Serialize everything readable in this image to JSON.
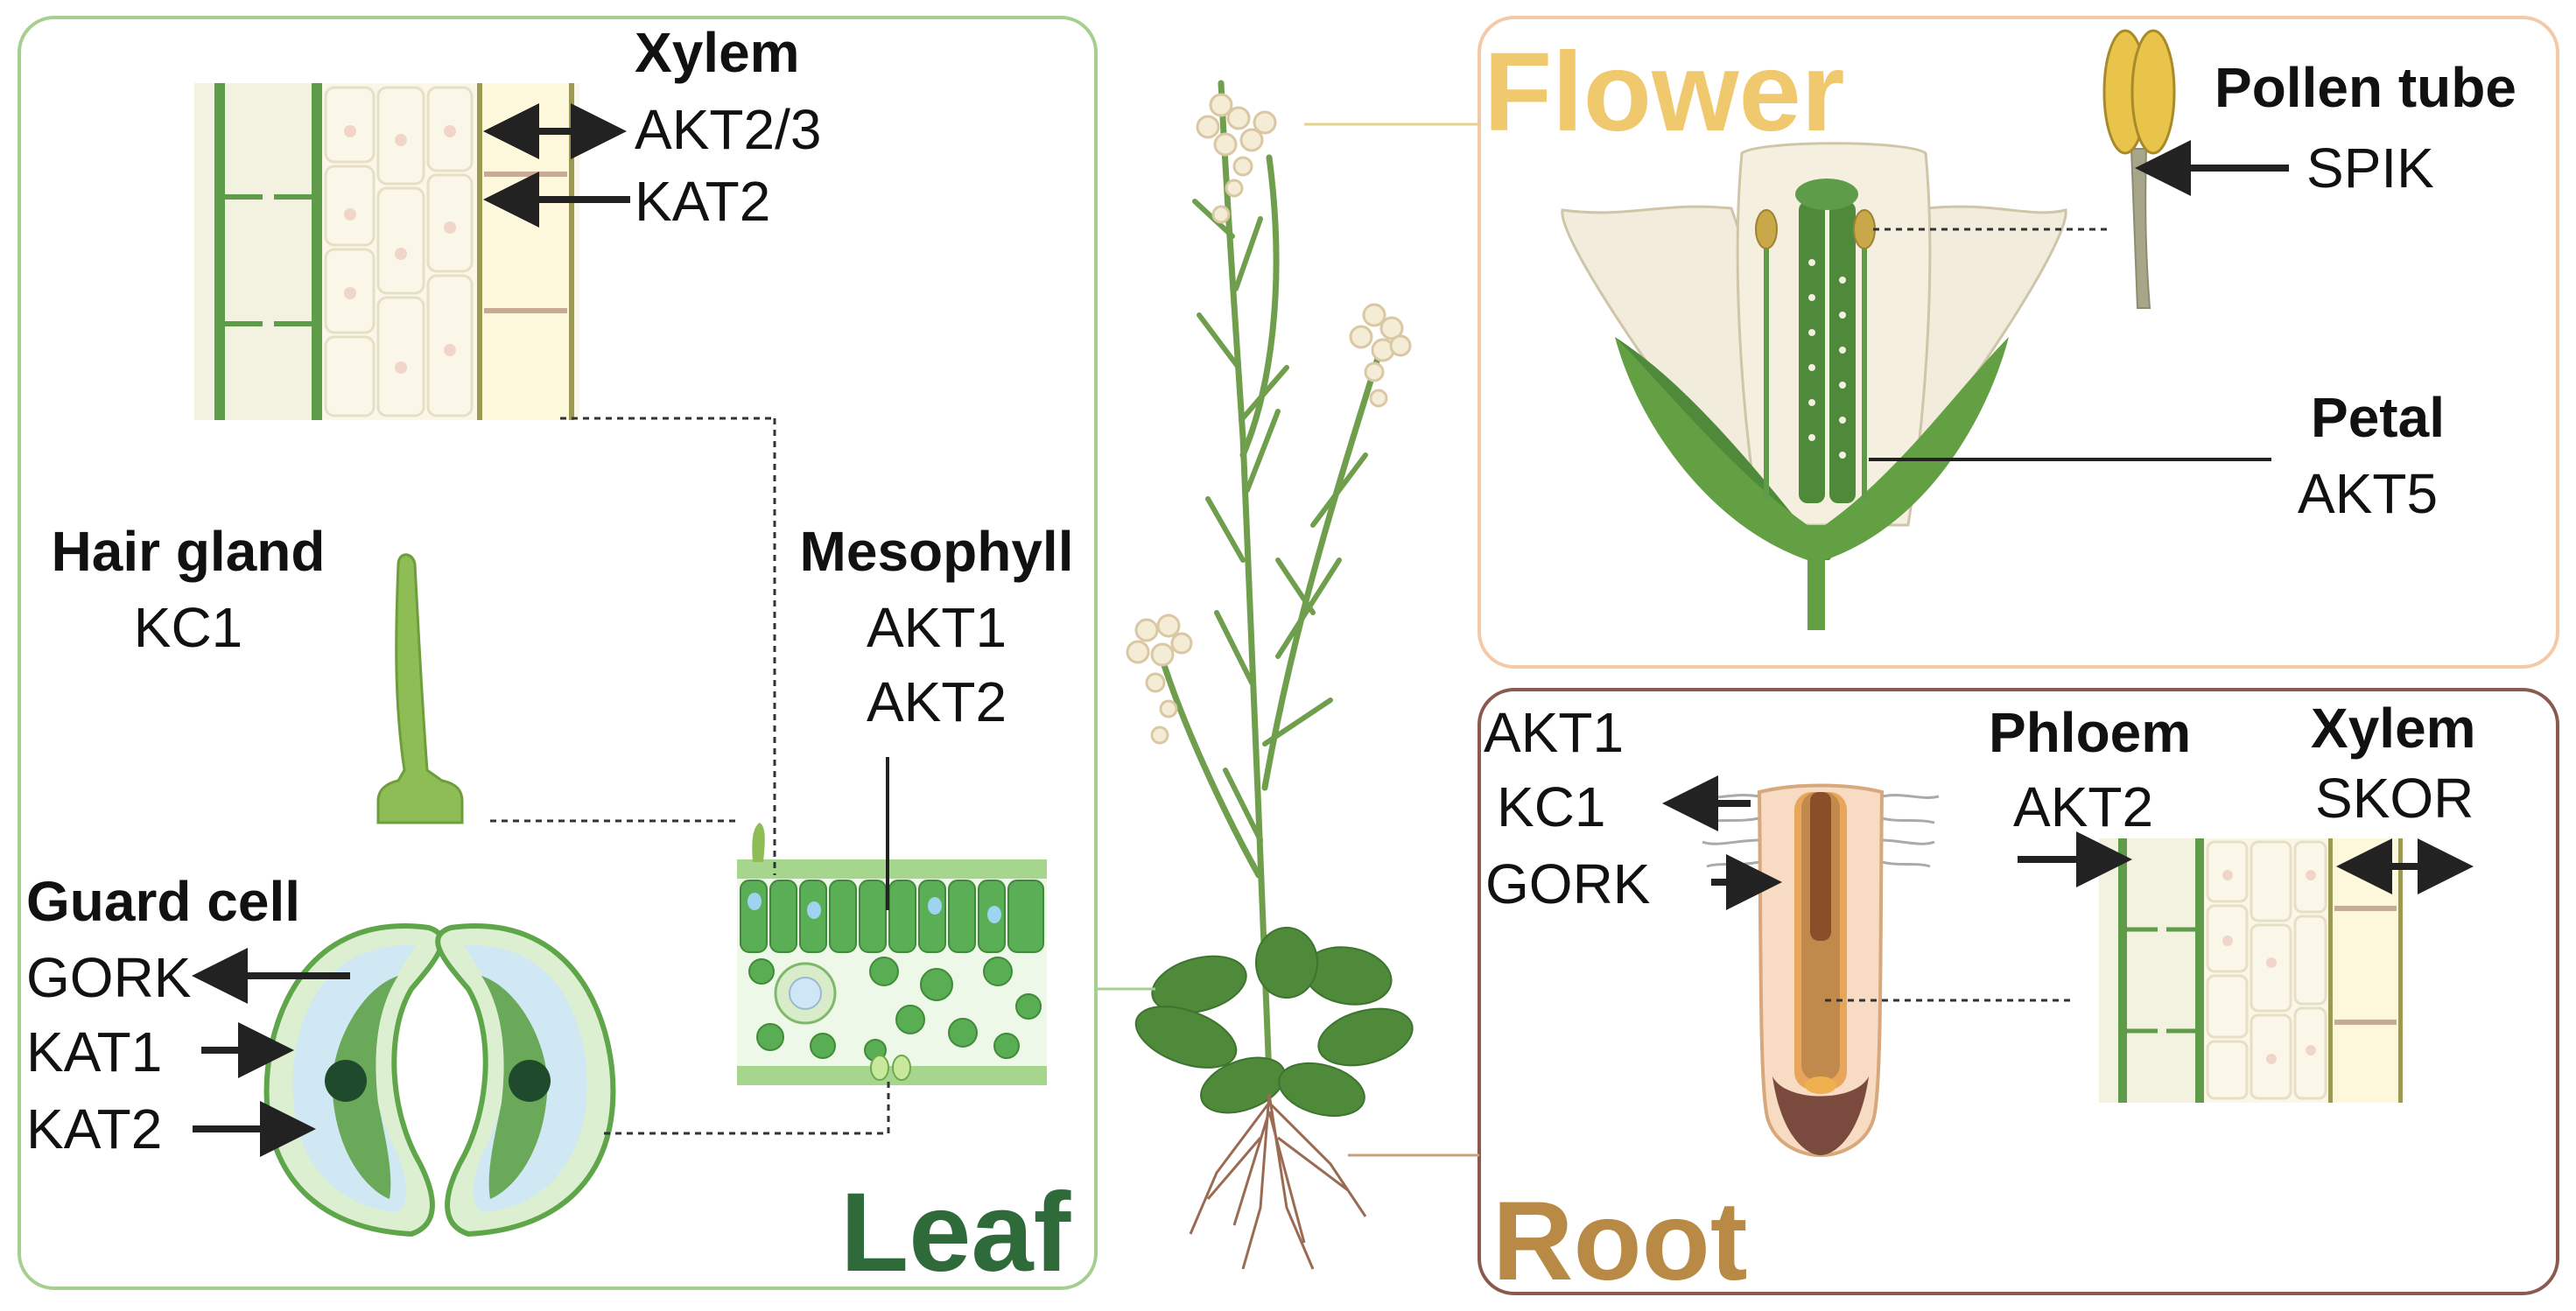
{
  "leaf": {
    "title": "Leaf",
    "title_color": "#2f6a3a",
    "border_color": "#a6cf8f",
    "xylem": {
      "heading": "Xylem",
      "genes": [
        "AKT2/3",
        "KAT2"
      ]
    },
    "hair_gland": {
      "heading": "Hair gland",
      "genes": [
        "KC1"
      ]
    },
    "mesophyll": {
      "heading": "Mesophyll",
      "genes": [
        "AKT1",
        "AKT2"
      ]
    },
    "guard_cell": {
      "heading": "Guard cell",
      "genes": [
        "GORK",
        "KAT1",
        "KAT2"
      ]
    }
  },
  "flower": {
    "title": "Flower",
    "title_color": "#f0c96f",
    "border_color": "#f3c9a8",
    "pollen_tube": {
      "heading": "Pollen tube",
      "genes": [
        "SPIK"
      ]
    },
    "petal": {
      "heading": "Petal",
      "genes": [
        "AKT5"
      ]
    }
  },
  "root": {
    "title": "Root",
    "title_color": "#b88a46",
    "border_color": "#8a5a4e",
    "root_genes": [
      "AKT1",
      "KC1",
      "GORK"
    ],
    "phloem": {
      "heading": "Phloem",
      "genes": [
        "AKT2"
      ]
    },
    "xylem": {
      "heading": "Xylem",
      "genes": [
        "SKOR"
      ]
    }
  }
}
